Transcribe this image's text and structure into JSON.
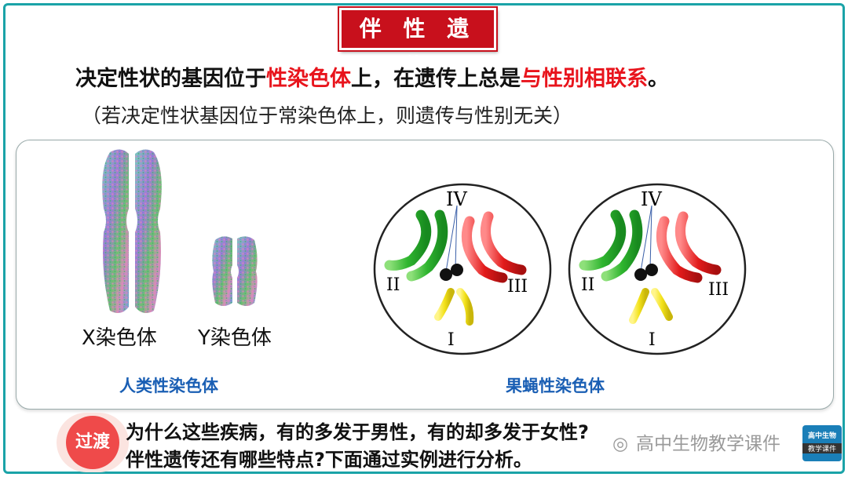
{
  "header": {
    "title": "伴 性 遗 传"
  },
  "statement": {
    "part1": "决定性状的基因位于",
    "highlight1": "性染色体",
    "part2": "上，在遗传上总是",
    "highlight2": "与性别相联系",
    "part3": "。"
  },
  "note": "（若决定性状基因位于常染色体上，则遗传与性别无关）",
  "human": {
    "x_label": "X染色体",
    "y_label": "Y染色体",
    "caption": "人类性染色体"
  },
  "fly": {
    "caption": "果蝇性染色体",
    "labels": {
      "iv": "IV",
      "ii": "II",
      "iii": "III",
      "i": "I"
    }
  },
  "transition": {
    "badge": "过渡",
    "question1": "为什么这些疾病，有的多发于男性，有的却多发于女性?",
    "question2": "伴性遗传还有哪些特点?下面通过实例进行分析。"
  },
  "watermark": {
    "text": "高中生物教学课件"
  },
  "logo": {
    "line1": "高中生物",
    "line2": "教学课件"
  },
  "colors": {
    "accent_red": "#e8141c",
    "frame_teal": "#1aa3a8",
    "caption_blue": "#1a5fb4"
  }
}
